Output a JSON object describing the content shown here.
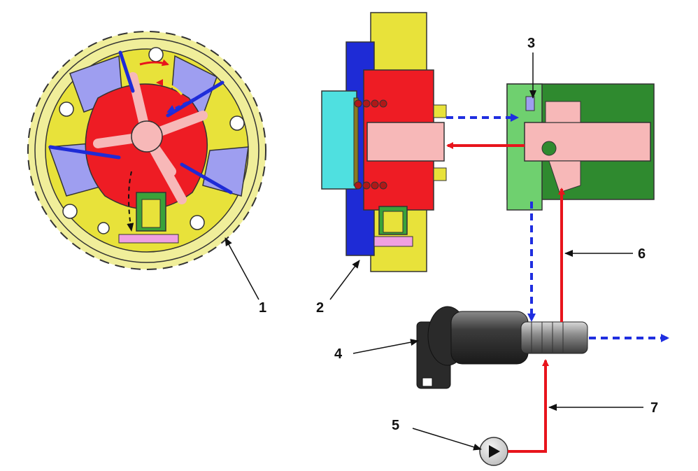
{
  "callouts": [
    {
      "id": "1",
      "label": "1"
    },
    {
      "id": "2",
      "label": "2"
    },
    {
      "id": "3",
      "label": "3"
    },
    {
      "id": "4",
      "label": "4"
    },
    {
      "id": "5",
      "label": "5"
    },
    {
      "id": "6",
      "label": "6"
    },
    {
      "id": "7",
      "label": "7"
    }
  ],
  "colors": {
    "pressure_oil": "#e8141c",
    "return_oil": "#1f2ee0",
    "sprocket": "#f0ee9a",
    "housing_yellow": "#e8e23a",
    "rotor_red": "#ee1c24",
    "vane_chamber": "#9e9ef0",
    "pink": "#f7b8b8",
    "cyan": "#4fe0e0",
    "blue": "#1e2bd6",
    "camshaft_green": "#2f8a2f",
    "solenoid_dark": "#2a2a2a"
  },
  "icons": {
    "pump": "oil-pump-icon",
    "solenoid": "solenoid-valve-icon"
  }
}
